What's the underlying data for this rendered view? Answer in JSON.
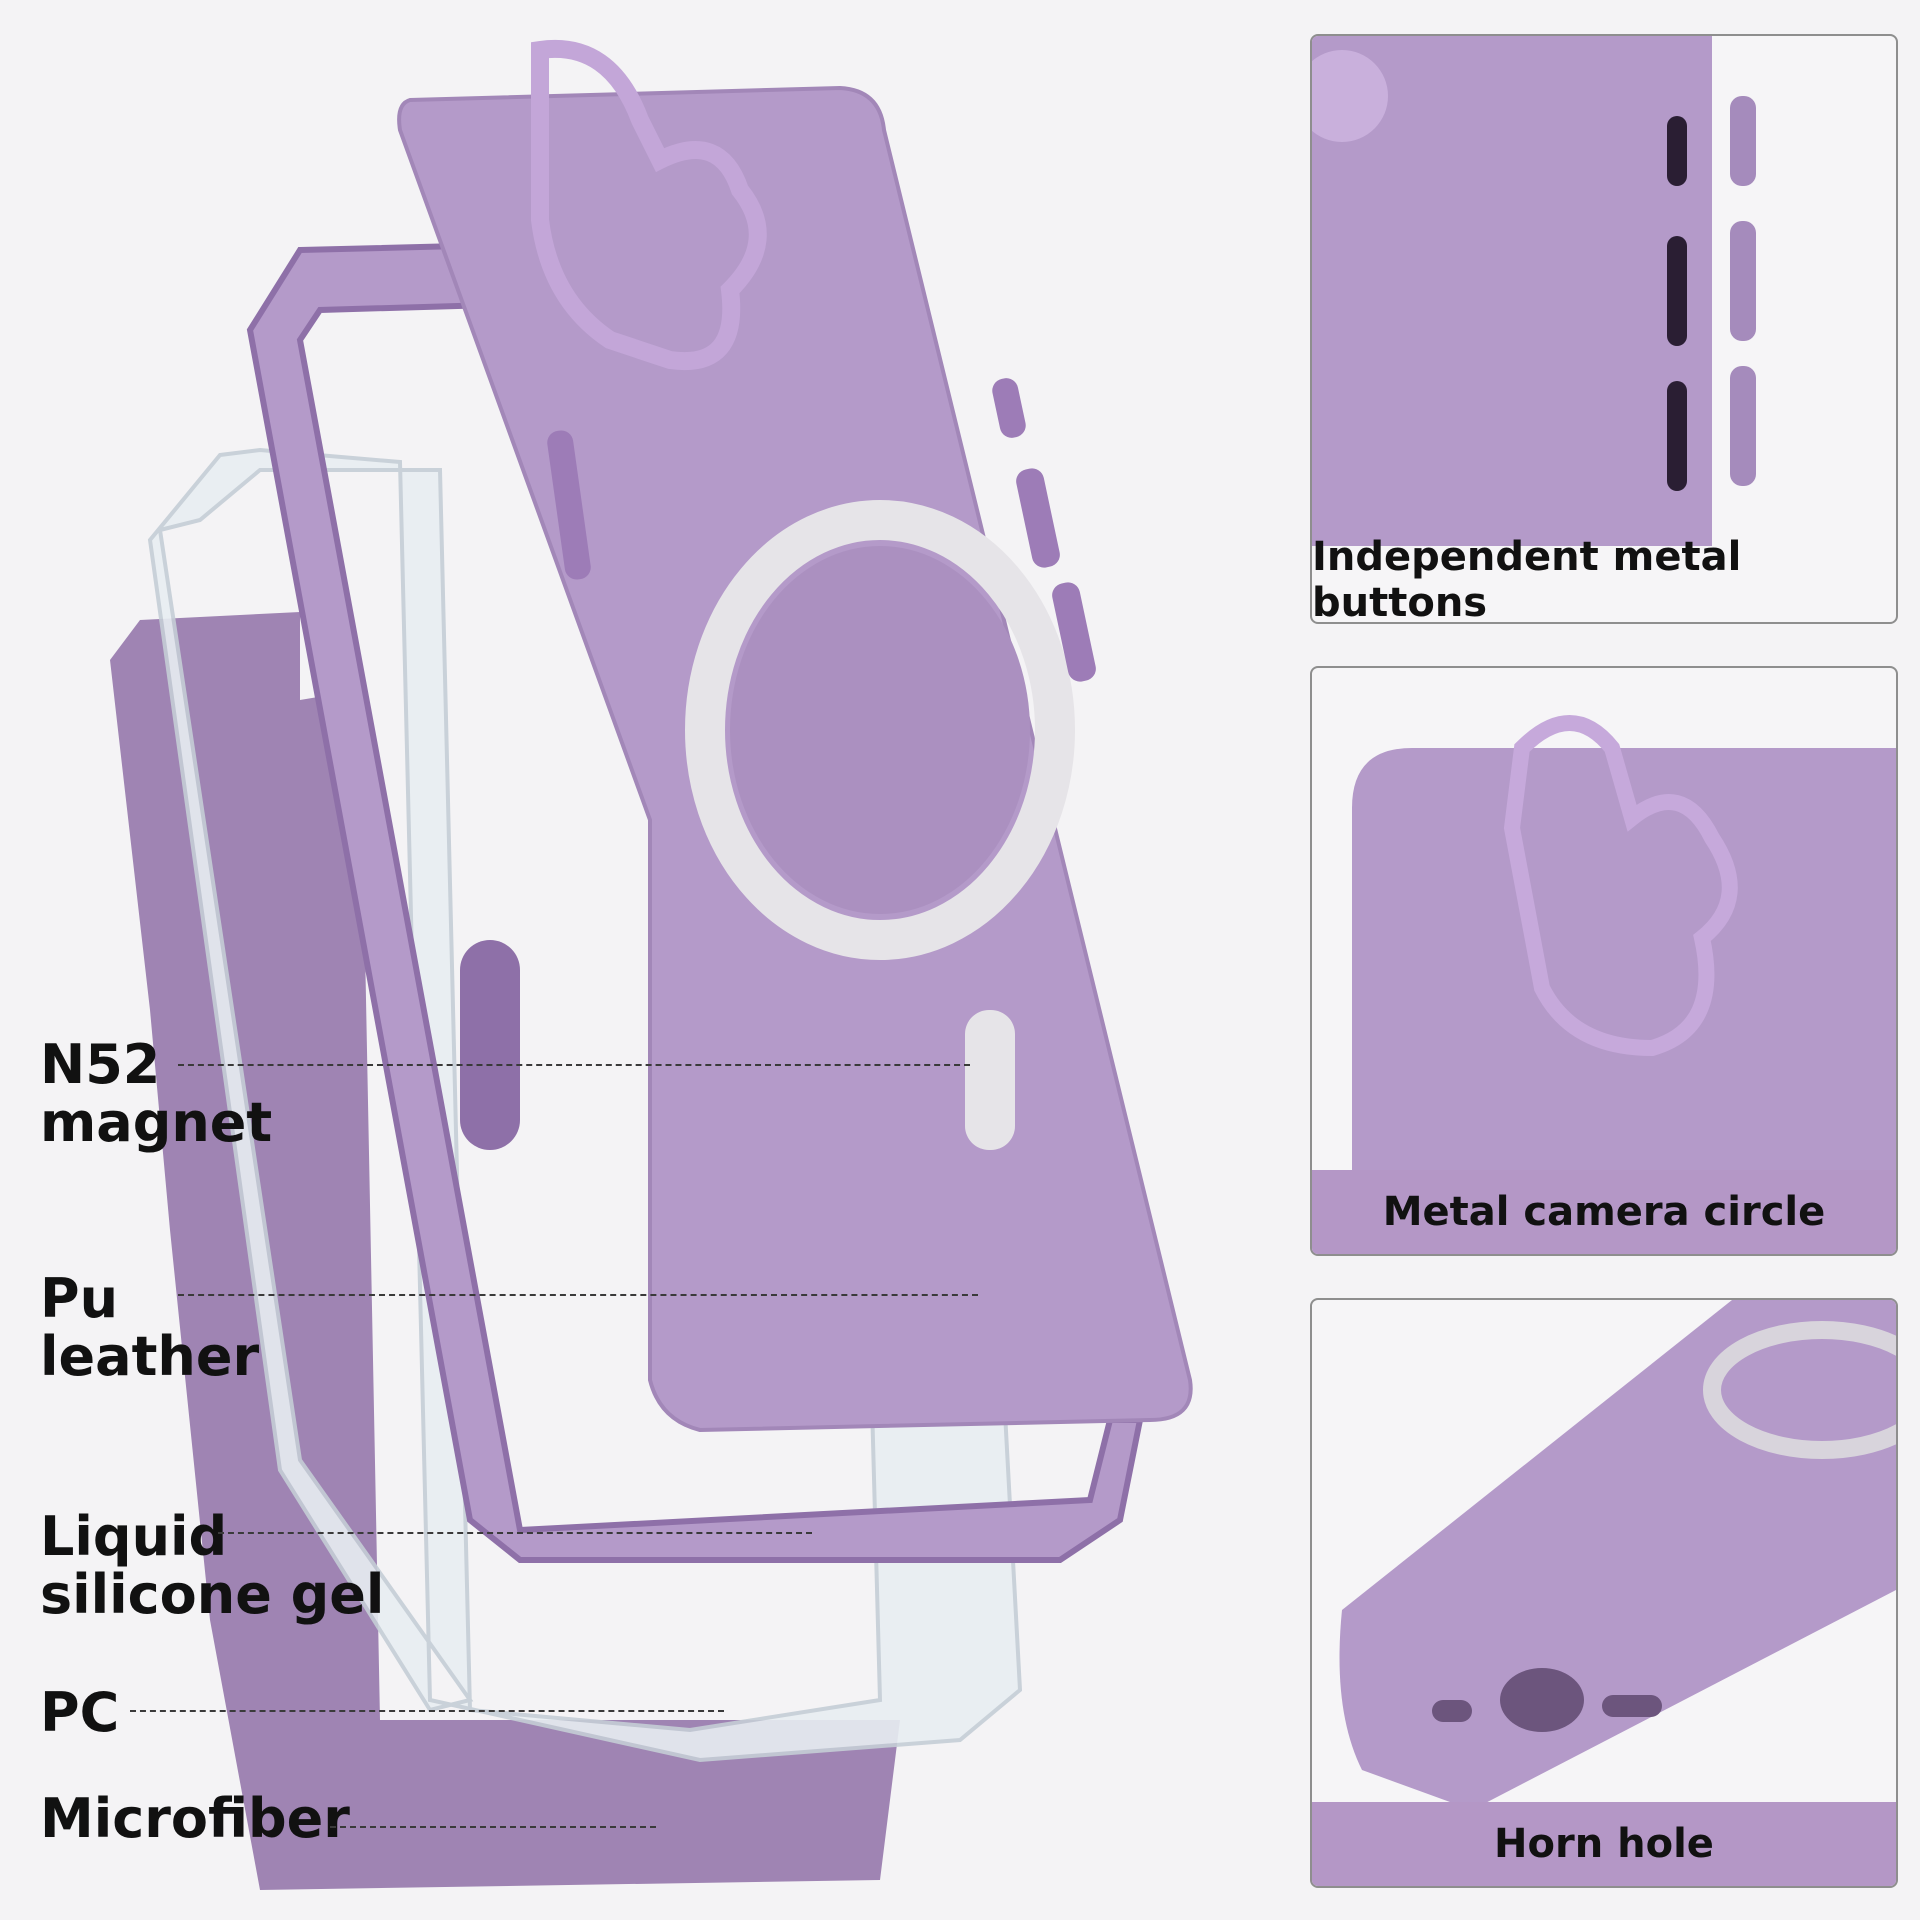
{
  "colors": {
    "lavender": "#b49ac9",
    "lavender_dark": "#8e70a8",
    "lavender_light": "#cdb8dd",
    "microfiber": "#9f84b3",
    "magnet_silver": "#e6e4e8",
    "clear_pc": "#e8eef2",
    "text": "#111111",
    "caption_band": "#b497c6"
  },
  "layers": [
    {
      "name": "N52 magnet",
      "lines": [
        "N52",
        "magnet"
      ]
    },
    {
      "name": "Pu leather",
      "lines": [
        "Pu",
        "leather"
      ]
    },
    {
      "name": "Liquid silicone gel",
      "lines": [
        "Liquid",
        "silicone gel"
      ]
    },
    {
      "name": "PC",
      "lines": [
        "PC"
      ]
    },
    {
      "name": "Microfiber",
      "lines": [
        "Microfiber"
      ]
    }
  ],
  "features": [
    {
      "caption": "Independent metal buttons",
      "icon": "metal-buttons-icon"
    },
    {
      "caption": "Metal camera circle",
      "icon": "camera-ring-icon"
    },
    {
      "caption": "Horn hole",
      "icon": "speaker-hole-icon"
    }
  ]
}
